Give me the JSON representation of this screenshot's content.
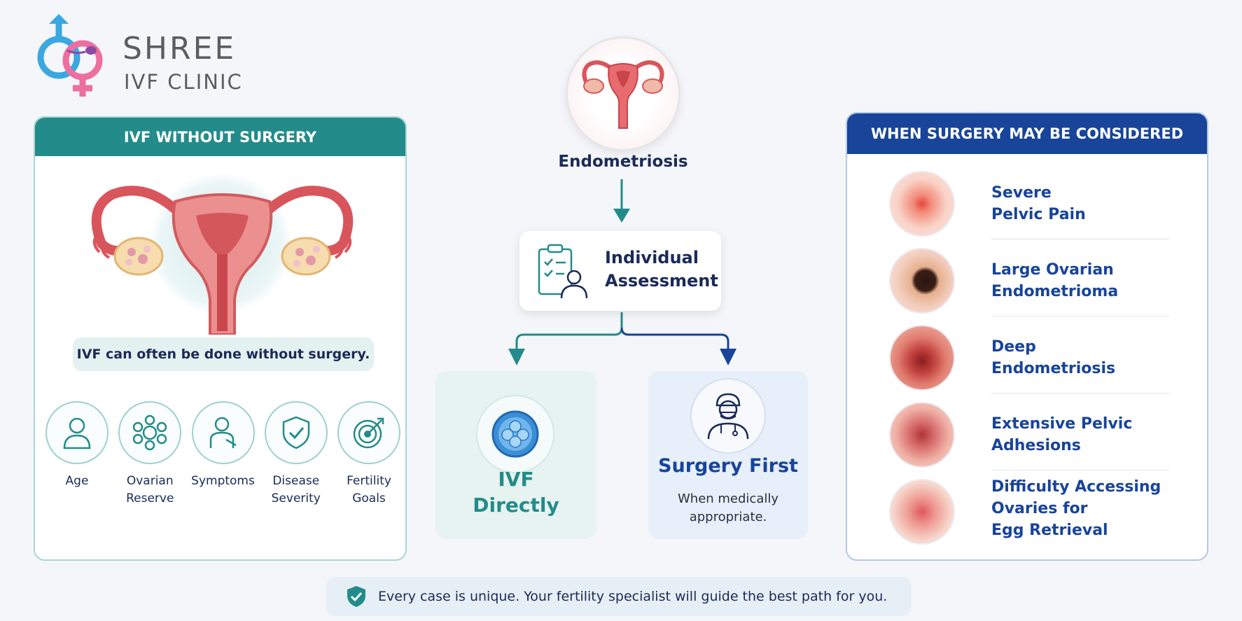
{
  "brand": {
    "word1": "SHREE",
    "word2": "IVF CLINIC"
  },
  "left_panel": {
    "title": "IVF WITHOUT SURGERY",
    "tagline": "IVF can often be done without surgery.",
    "factors": [
      {
        "label": "Age",
        "icon": "person-icon"
      },
      {
        "label": "Ovarian\nReserve",
        "icon": "follicles-icon"
      },
      {
        "label": "Symptoms",
        "icon": "patient-icon"
      },
      {
        "label": "Disease\nSeverity",
        "icon": "shield-check-icon"
      },
      {
        "label": "Fertility\nGoals",
        "icon": "target-icon"
      }
    ]
  },
  "flow": {
    "start": "Endometriosis",
    "assessment": "Individual\nAssessment",
    "ivf": "IVF\nDirectly",
    "surgery_title": "Surgery First",
    "surgery_sub": "When medically\nappropriate."
  },
  "right_panel": {
    "title": "WHEN SURGERY MAY BE CONSIDERED",
    "items": [
      {
        "label": "Severe\nPelvic Pain"
      },
      {
        "label": "Large Ovarian\nEndometrioma"
      },
      {
        "label": "Deep\nEndometriosis"
      },
      {
        "label": "Extensive Pelvic\nAdhesions"
      },
      {
        "label": "Difficulty Accessing\nOvaries for\nEgg Retrieval"
      }
    ]
  },
  "footer": {
    "text": "Every case is unique. Your fertility specialist will guide the best path for you."
  },
  "colors": {
    "teal": "#238c8a",
    "navy": "#18449a",
    "text_dark": "#1b2a57",
    "pink": "#e85a8a",
    "blue_logo": "#3aa7e0"
  }
}
